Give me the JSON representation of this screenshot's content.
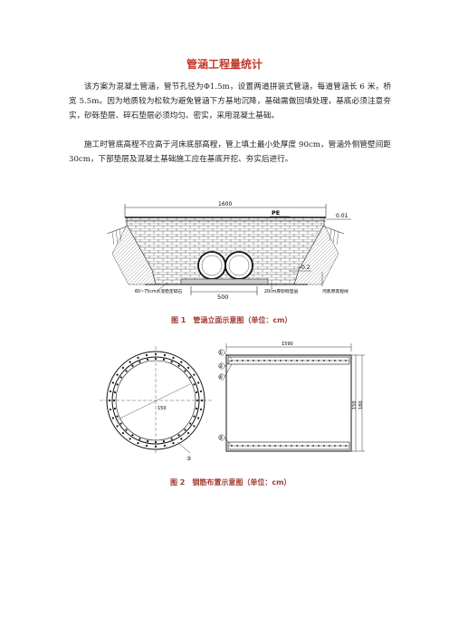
{
  "document": {
    "title": "管涵工程量统计",
    "paragraphs": [
      "该方案为混凝土管涵，管节孔径为Φ1.5m，设置两道拼装式管涵，每道管涵长 6 米，桥宽 5.5m。因为地质较为松软为避免管涵下方基地沉降，基础需做回填处理，基底必须注意夯实，砂砾垫层、碎石垫层必须均匀、密实，采用混凝土基础。",
      "施工时管底高程不应高于河床底部高程，管上填土最小处厚度 90cm，管涵外侧管壁间距 30cm，下部垫层及混凝土基础施工应在基底开挖、夯实后进行。"
    ]
  },
  "figure1": {
    "caption": "图 1　管涵立面示意图（单位：cm）",
    "labels": {
      "width_top": "1600",
      "pe": "PE",
      "top_right": "0.01",
      "right_value": "−0.2",
      "base_width": "500",
      "left_note": "60~75cm水泥稳定碎石",
      "mid_note": "20cm厚砂砾垫层",
      "right_note": "河底原高程线"
    }
  },
  "figure2": {
    "caption": "图 2　钢筋布置示意图（单位：cm）",
    "labels": {
      "top_dim": "1590",
      "callout_1": "①",
      "callout_2": "②",
      "callout_3": "③",
      "callout_4": "④",
      "callout_5": "⑤",
      "center_dim": "150",
      "right_dim_a": "150",
      "right_dim_b": "180"
    }
  }
}
